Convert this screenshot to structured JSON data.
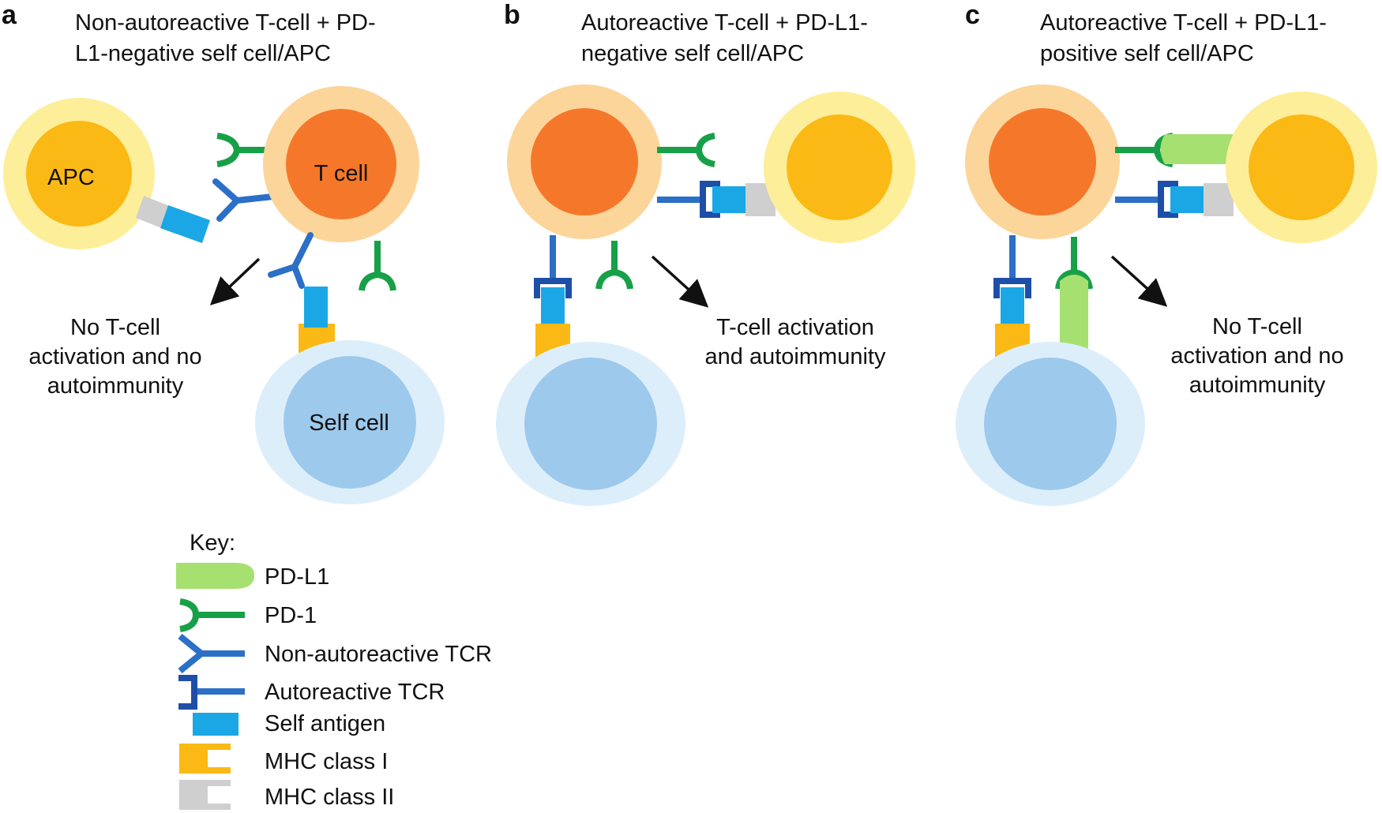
{
  "panels": {
    "a": {
      "letter": "a",
      "title_line1": "Non-autoreactive T-cell + PD-",
      "title_line2": "L1-negative self cell/APC",
      "apc_label": "APC",
      "tcell_label": "T cell",
      "self_label": "Self cell",
      "outcome": [
        "No T-cell",
        "activation and no",
        "autoimmunity"
      ]
    },
    "b": {
      "letter": "b",
      "title_line1": "Autoreactive T-cell + PD-L1-",
      "title_line2": "negative self cell/APC",
      "outcome": [
        "T-cell activation",
        "and autoimmunity"
      ]
    },
    "c": {
      "letter": "c",
      "title_line1": "Autoreactive T-cell + PD-L1-",
      "title_line2": "positive self cell/APC",
      "outcome": [
        "No T-cell",
        "activation and no",
        "autoimmunity"
      ]
    }
  },
  "key": {
    "title": "Key:",
    "items": [
      {
        "icon": "pd-l1",
        "label": "PD-L1"
      },
      {
        "icon": "pd-1",
        "label": "PD-1"
      },
      {
        "icon": "non-autoreactive-tcr",
        "label": "Non-autoreactive TCR"
      },
      {
        "icon": "autoreactive-tcr",
        "label": "Autoreactive TCR"
      },
      {
        "icon": "self-antigen",
        "label": "Self antigen"
      },
      {
        "icon": "mhc-class-1",
        "label": "MHC class  I"
      },
      {
        "icon": "mhc-class-2",
        "label": "MHC class  II"
      }
    ]
  },
  "colors": {
    "tcell_outer": "#fcd59a",
    "tcell_inner": "#f5782a",
    "apc_outer": "#fdee9a",
    "apc_inner": "#fbb915",
    "self_outer": "#ddeefb",
    "self_inner": "#9dc9ec",
    "pd1": "#17a048",
    "pdl1": "#a6e070",
    "tcr_nonauto": "#2b6fc7",
    "tcr_auto": "#2b6fc7",
    "antigen": "#1ba7e6",
    "mhc1": "#fbb915",
    "mhc2": "#cfcfcf"
  }
}
